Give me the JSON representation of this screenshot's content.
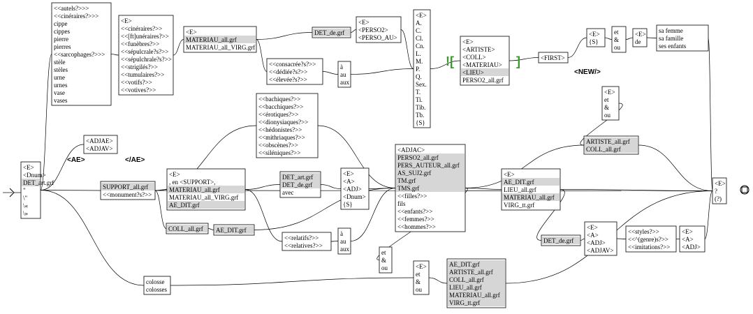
{
  "nodes": [
    {
      "id": "autels",
      "shaded": [],
      "lines": [
        "<<autels?>>>",
        "<<cinéraires?>>>",
        "cippe",
        "cippes",
        "pierre",
        "pierres",
        "<<sarcophages?>>>",
        "stèle",
        "stèles",
        "urne",
        "urnes",
        "vase",
        "vases"
      ]
    },
    {
      "id": "cineraires",
      "shaded": [],
      "lines": [
        "<E>",
        "<<cinéraires?>>",
        "<<[ft]unéraires?>>",
        "<<funèbres?>>",
        "<<sépulcrale?s?>>",
        "<<sépulchrale?s?>>",
        "<<strigilés?>>",
        "<<tumulaires?>>",
        "<<votifs?>>",
        "<<votives?>>"
      ]
    },
    {
      "id": "materiau_top",
      "shaded": [
        1
      ],
      "lines": [
        "<E>",
        "MATERIAU_all.grf",
        "MATERIAU_all_VIRG.grf"
      ]
    },
    {
      "id": "det_de_top",
      "shaded": [
        0
      ],
      "lines": [
        "DET_de.grf"
      ]
    },
    {
      "id": "perso2",
      "shaded": [],
      "lines": [
        "<E>",
        "<PERSO2>",
        "<PERSO_AU>"
      ]
    },
    {
      "id": "abbrev",
      "shaded": [],
      "lines": [
        "<E>",
        "A.",
        "C.",
        "Cl.",
        "Cn.",
        "L.",
        "M.",
        "P.",
        "Q.",
        "Sex.",
        "T.",
        "Ti.",
        "Tib.",
        "Tb.",
        "{S}"
      ]
    },
    {
      "id": "artiste",
      "shaded": [
        4
      ],
      "lines": [
        "<E>",
        "<ARTISTE>",
        "<COLL>",
        "<MATERIAU>",
        "<LIEU>",
        "PERSO2_all.grf"
      ]
    },
    {
      "id": "first",
      "shaded": [],
      "lines": [
        "<FIRST>"
      ]
    },
    {
      "id": "e_s",
      "shaded": [],
      "lines": [
        "<E>",
        "{S}"
      ]
    },
    {
      "id": "et_ou_top",
      "shaded": [],
      "lines": [
        "et",
        "&",
        "ou"
      ]
    },
    {
      "id": "e_de",
      "shaded": [],
      "lines": [
        "<E>",
        "de"
      ]
    },
    {
      "id": "femme",
      "shaded": [],
      "lines": [
        "sa femme",
        "sa famille",
        "ses enfants"
      ]
    },
    {
      "id": "consacre",
      "shaded": [],
      "lines": [
        "<<consacrée?s?>>",
        "<<dédiée?s?>>",
        "<<élevée?s?>>"
      ]
    },
    {
      "id": "a_au_aux_top",
      "shaded": [],
      "lines": [
        "à",
        "au",
        "aux"
      ]
    },
    {
      "id": "bachiques",
      "shaded": [],
      "lines": [
        "<<bachiques?>>",
        "<<bacchiques?>>",
        "<<érotiques?>>",
        "<<dionysiaques?>>",
        "<<hédonistes?>>",
        "<<mithriaques?>>",
        "<<obscènes?>>",
        "<<siléniques?>>"
      ]
    },
    {
      "id": "adjae",
      "shaded": [],
      "lines": [
        "<ADJAE>",
        "<ADJAV>"
      ]
    },
    {
      "id": "dnum_left",
      "shaded": [
        2
      ],
      "lines": [
        "<E>",
        "<Dnum>",
        "DET_art.grf",
        "\"",
        "\\\"",
        "\\«",
        "\\»"
      ]
    },
    {
      "id": "support",
      "shaded": [
        0
      ],
      "lines": [
        "SUPPORT_all.grf",
        "<<monument?s?>>"
      ]
    },
    {
      "id": "en_support",
      "shaded": [
        2,
        4
      ],
      "lines": [
        "<E>",
        ", en <SUPPORT>,",
        "MATERIAU_all.grf",
        "MATERIAU_all_VIRG.grf",
        "AE_DIT.grf"
      ]
    },
    {
      "id": "det_art_mid",
      "shaded": [
        0,
        1
      ],
      "lines": [
        "DET_art.grf",
        "DET_de.grf",
        "avec"
      ]
    },
    {
      "id": "e_a_adj",
      "shaded": [],
      "lines": [
        "<E>",
        "<A>",
        "<ADJ>",
        "<Dnum>",
        "{S}"
      ]
    },
    {
      "id": "adjac",
      "shaded": [
        1,
        2,
        3,
        4,
        5
      ],
      "lines": [
        "<ADJAC>",
        "PERSO2_all.grf",
        "PERS_AUTEUR_all.grf",
        "AS_SUJ2.grf",
        "TM.grf",
        "TMS.grf",
        "<<filles?>>",
        "fils",
        "<<enfants?>>",
        "<<femmes?>>",
        "<<hommes?>>"
      ]
    },
    {
      "id": "ae_dit_right",
      "shaded": [
        1,
        3
      ],
      "lines": [
        "<E>",
        "AE_DIT.grf",
        "LIEU_all.grf",
        "MATERIAU_all.grf",
        "VIRG_tt.grf"
      ]
    },
    {
      "id": "et_ou_mid",
      "shaded": [],
      "lines": [
        "<E>",
        "et",
        "&",
        "ou"
      ]
    },
    {
      "id": "artiste_coll",
      "shaded": [
        0,
        1
      ],
      "lines": [
        "ARTISTE_all.grf",
        "COLL_all.grf"
      ]
    },
    {
      "id": "coll_left",
      "shaded": [
        0
      ],
      "lines": [
        "COLL_all.grf"
      ]
    },
    {
      "id": "ae_dit_small",
      "shaded": [
        0
      ],
      "lines": [
        "AE_DIT.grf"
      ]
    },
    {
      "id": "relatifs",
      "shaded": [],
      "lines": [
        "<<relatifs?>>",
        "<<relatives?>>"
      ]
    },
    {
      "id": "a_au_aux_bot",
      "shaded": [],
      "lines": [
        "à",
        "au",
        "aux"
      ]
    },
    {
      "id": "et_ou_bot",
      "shaded": [],
      "lines": [
        "et",
        "&",
        "ou"
      ]
    },
    {
      "id": "e_et_ou_bot",
      "shaded": [],
      "lines": [
        "<E>",
        "et",
        "&",
        "ou"
      ]
    },
    {
      "id": "ae_dit_bot",
      "shaded": [
        0,
        1,
        2,
        3,
        4,
        5
      ],
      "lines": [
        "AE_DIT.grf",
        "ARTISTE_all.grf",
        "COLL_all.grf",
        "LIEU_all.grf",
        "MATERIAU_all.grf",
        "VIRG_tt.grf"
      ]
    },
    {
      "id": "colosse",
      "shaded": [],
      "lines": [
        "colosse",
        "colosses"
      ]
    },
    {
      "id": "det_de_bot",
      "shaded": [
        0
      ],
      "lines": [
        "DET_de.grf"
      ]
    },
    {
      "id": "e_a_adjav",
      "shaded": [],
      "lines": [
        "<E>",
        "<A>",
        "<ADJ>",
        "<ADJAV>"
      ]
    },
    {
      "id": "styles",
      "shaded": [],
      "lines": [
        "<<styles?>>",
        "<<^(genre)s?>>",
        "<<imitations?>>"
      ]
    },
    {
      "id": "e_a_adj2",
      "shaded": [],
      "lines": [
        "<E>",
        "<A>",
        "<ADJ>"
      ]
    },
    {
      "id": "final",
      "shaded": [],
      "lines": [
        "<E>",
        "?",
        "(?)"
      ]
    }
  ],
  "labels": {
    "ae_open": "<AE>",
    "ae_close": "</AE>",
    "new_open": "<NEW/>",
    "bracket_open": "![",
    "bracket_close": "]"
  }
}
